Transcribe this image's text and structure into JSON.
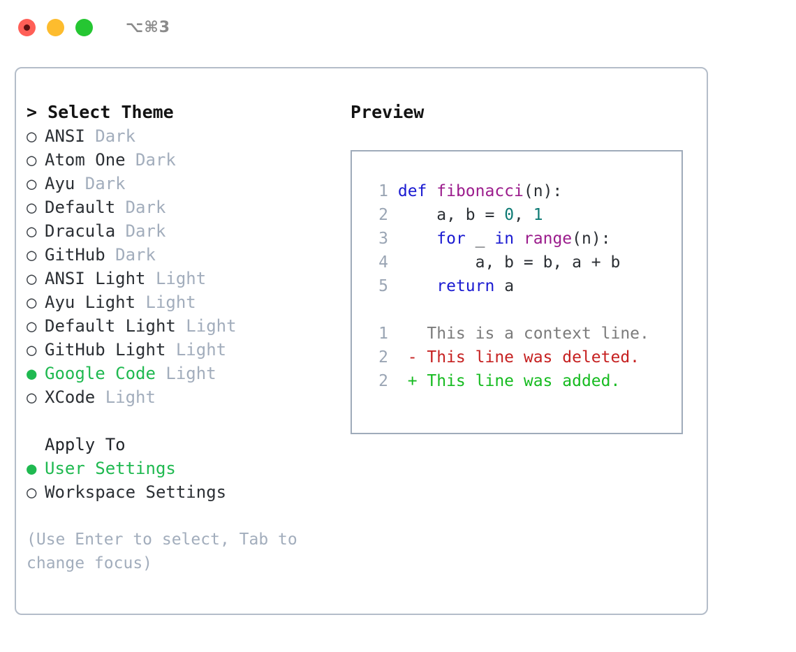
{
  "titlebar": {
    "lights": [
      "close-light",
      "minimize-light",
      "maximize-light"
    ],
    "shortcut": "⌥⌘3"
  },
  "theme_picker": {
    "header": "> Select Theme",
    "options": [
      {
        "bullet": "○",
        "label": "ANSI",
        "kind": "Dark",
        "selected": false
      },
      {
        "bullet": "○",
        "label": "Atom One",
        "kind": "Dark",
        "selected": false
      },
      {
        "bullet": "○",
        "label": "Ayu",
        "kind": "Dark",
        "selected": false
      },
      {
        "bullet": "○",
        "label": "Default",
        "kind": "Dark",
        "selected": false
      },
      {
        "bullet": "○",
        "label": "Dracula",
        "kind": "Dark",
        "selected": false
      },
      {
        "bullet": "○",
        "label": "GitHub",
        "kind": "Dark",
        "selected": false
      },
      {
        "bullet": "○",
        "label": "ANSI Light",
        "kind": "Light",
        "selected": false
      },
      {
        "bullet": "○",
        "label": "Ayu Light",
        "kind": "Light",
        "selected": false
      },
      {
        "bullet": "○",
        "label": "Default Light",
        "kind": "Light",
        "selected": false
      },
      {
        "bullet": "○",
        "label": "GitHub Light",
        "kind": "Light",
        "selected": false
      },
      {
        "bullet": "●",
        "label": "Google Code",
        "kind": "Light",
        "selected": true
      },
      {
        "bullet": "○",
        "label": "XCode",
        "kind": "Light",
        "selected": false
      }
    ]
  },
  "apply_to": {
    "header": "Apply To",
    "options": [
      {
        "bullet": "●",
        "label": "User Settings",
        "selected": true
      },
      {
        "bullet": "○",
        "label": "Workspace Settings",
        "selected": false
      }
    ]
  },
  "hint": "(Use Enter to select, Tab to change focus)",
  "preview": {
    "title": "Preview",
    "code_lines": [
      {
        "n": "1",
        "tokens": [
          {
            "t": "def ",
            "c": "kw"
          },
          {
            "t": "fibonacci",
            "c": "fn"
          },
          {
            "t": "(n):",
            "c": "pl"
          }
        ]
      },
      {
        "n": "2",
        "tokens": [
          {
            "t": "    a, b = ",
            "c": "pl"
          },
          {
            "t": "0",
            "c": "num"
          },
          {
            "t": ", ",
            "c": "pl"
          },
          {
            "t": "1",
            "c": "num"
          }
        ]
      },
      {
        "n": "3",
        "tokens": [
          {
            "t": "    ",
            "c": "pl"
          },
          {
            "t": "for",
            "c": "kw"
          },
          {
            "t": " _ ",
            "c": "pl"
          },
          {
            "t": "in",
            "c": "kw"
          },
          {
            "t": " ",
            "c": "pl"
          },
          {
            "t": "range",
            "c": "fn"
          },
          {
            "t": "(n):",
            "c": "pl"
          }
        ]
      },
      {
        "n": "4",
        "tokens": [
          {
            "t": "        a, b = b, a + b",
            "c": "pl"
          }
        ]
      },
      {
        "n": "5",
        "tokens": [
          {
            "t": "    ",
            "c": "pl"
          },
          {
            "t": "return",
            "c": "kw"
          },
          {
            "t": " a",
            "c": "pl"
          }
        ]
      }
    ],
    "diff_lines": [
      {
        "n": "1",
        "marker": "  ",
        "text": "This is a context line.",
        "kind": "context"
      },
      {
        "n": "2",
        "marker": "- ",
        "text": "This line was deleted.",
        "kind": "deleted"
      },
      {
        "n": "2",
        "marker": "+ ",
        "text": "This line was added.",
        "kind": "added"
      }
    ]
  },
  "colors": {
    "accent_green": "#1fb950",
    "muted_blue_gray": "#a2adbc",
    "panel_border": "#b4bdc9",
    "preview_border": "#9fabba",
    "keyword_blue": "#1a1ad1",
    "function_purple": "#9b1c8c",
    "number_teal": "#0d7a74",
    "diff_added": "#16bb20",
    "diff_deleted": "#c62121",
    "diff_context": "#7b7b7b"
  }
}
